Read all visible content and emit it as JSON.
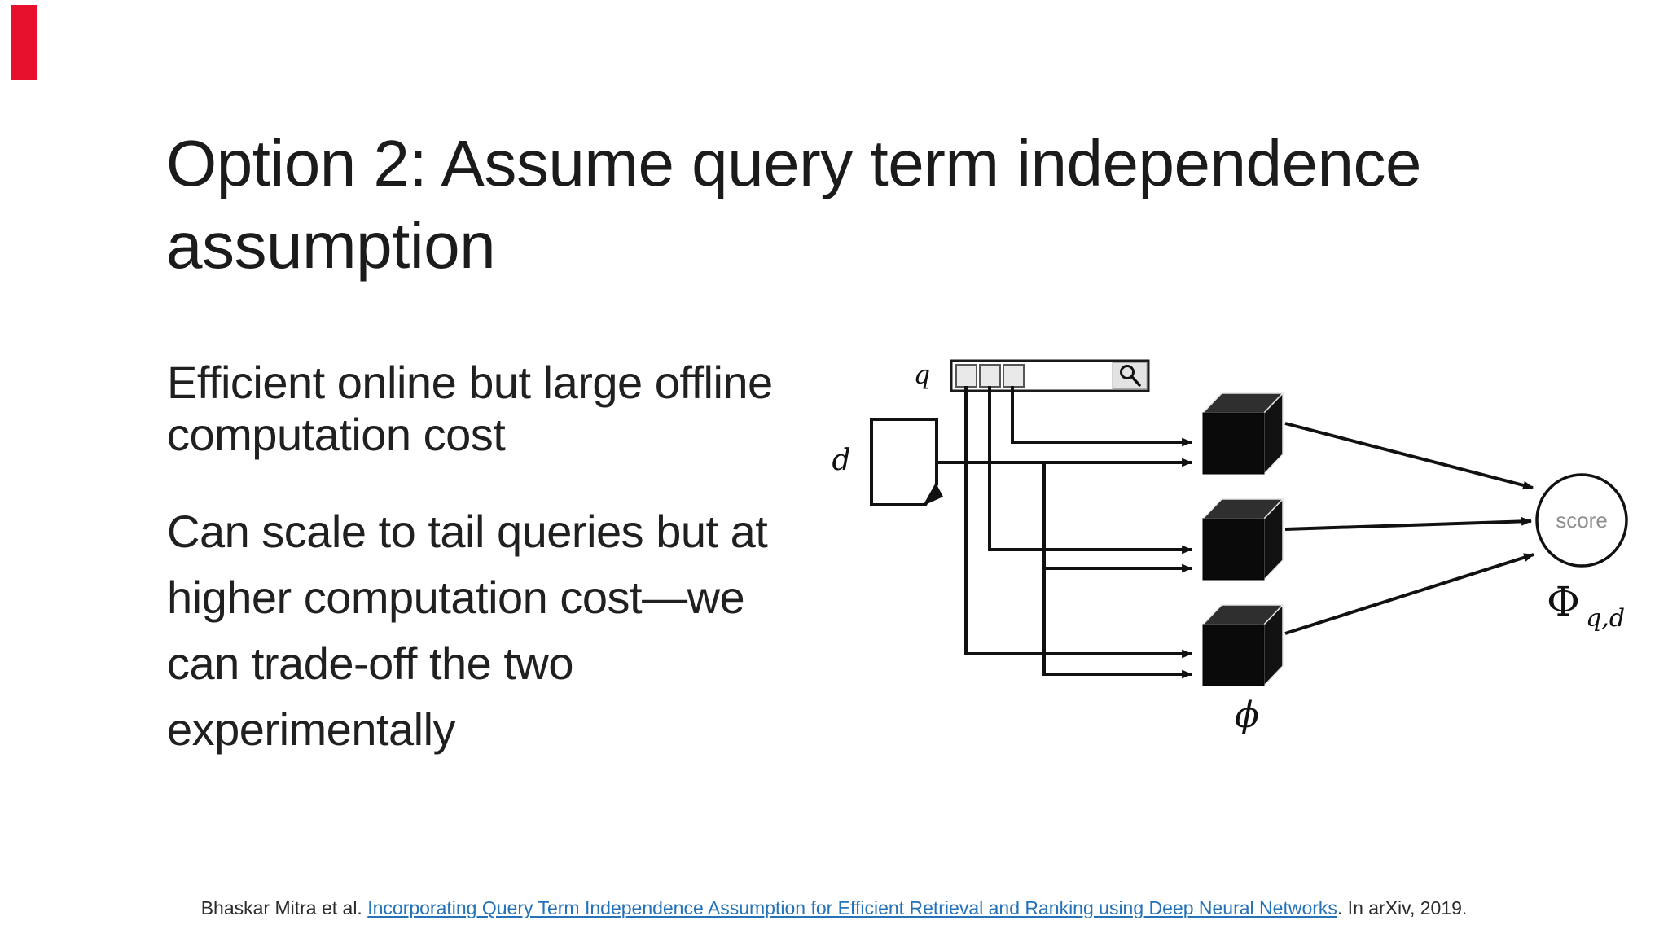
{
  "slide": {
    "accent_bar_color": "#e8112d",
    "title_lines": [
      "Option 2: Assume query term independence",
      "assumption"
    ],
    "body_paragraphs": [
      {
        "lines": [
          "Efficient online but large offline",
          "computation cost"
        ]
      },
      {
        "lines": [
          "Can scale to tail queries but at",
          "higher computation cost—we",
          "can trade-off the two",
          "experimentally"
        ]
      }
    ]
  },
  "diagram": {
    "query_label": "q",
    "document_label": "d",
    "score_label": "score",
    "score_text_color": "#8f8f8f",
    "phi_output_label": "Φ",
    "phi_output_subscript": "q,d",
    "phi_model_label": "ϕ"
  },
  "footer": {
    "prefix": "Bhaskar Mitra et al. ",
    "link_text": "Incorporating Query Term Independence Assumption for Efficient Retrieval and Ranking using Deep Neural Networks",
    "suffix": ". In arXiv, 2019.",
    "link_color": "#2472b8"
  }
}
